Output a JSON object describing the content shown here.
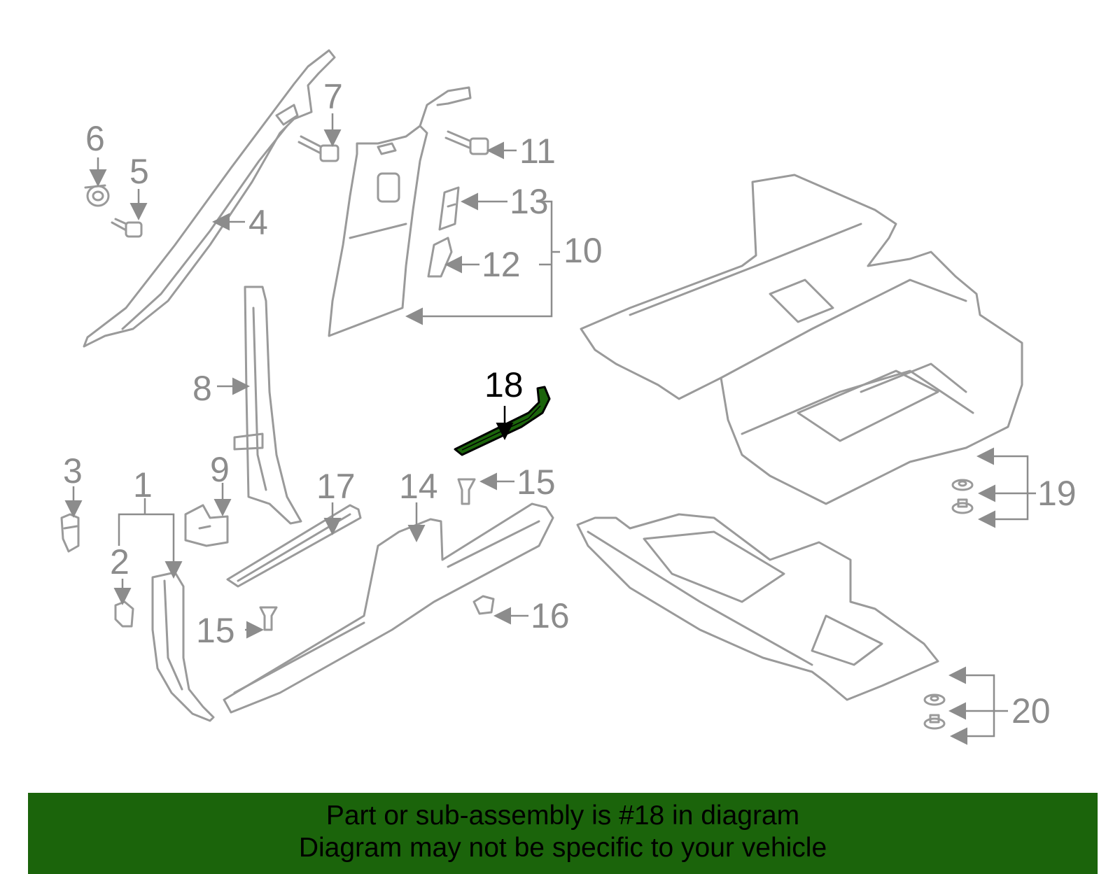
{
  "diagram": {
    "callouts": [
      "1",
      "2",
      "3",
      "4",
      "5",
      "6",
      "7",
      "8",
      "9",
      "10",
      "11",
      "12",
      "13",
      "14",
      "15",
      "15",
      "16",
      "17",
      "18",
      "19",
      "20"
    ],
    "highlight_label": "18",
    "highlight_color": "#1b640b",
    "part_color": "#9a9a9a"
  },
  "banner": {
    "line1": "Part or sub-assembly is #18 in diagram",
    "line2": "Diagram may not be specific to your vehicle",
    "background": "#1b640b"
  }
}
